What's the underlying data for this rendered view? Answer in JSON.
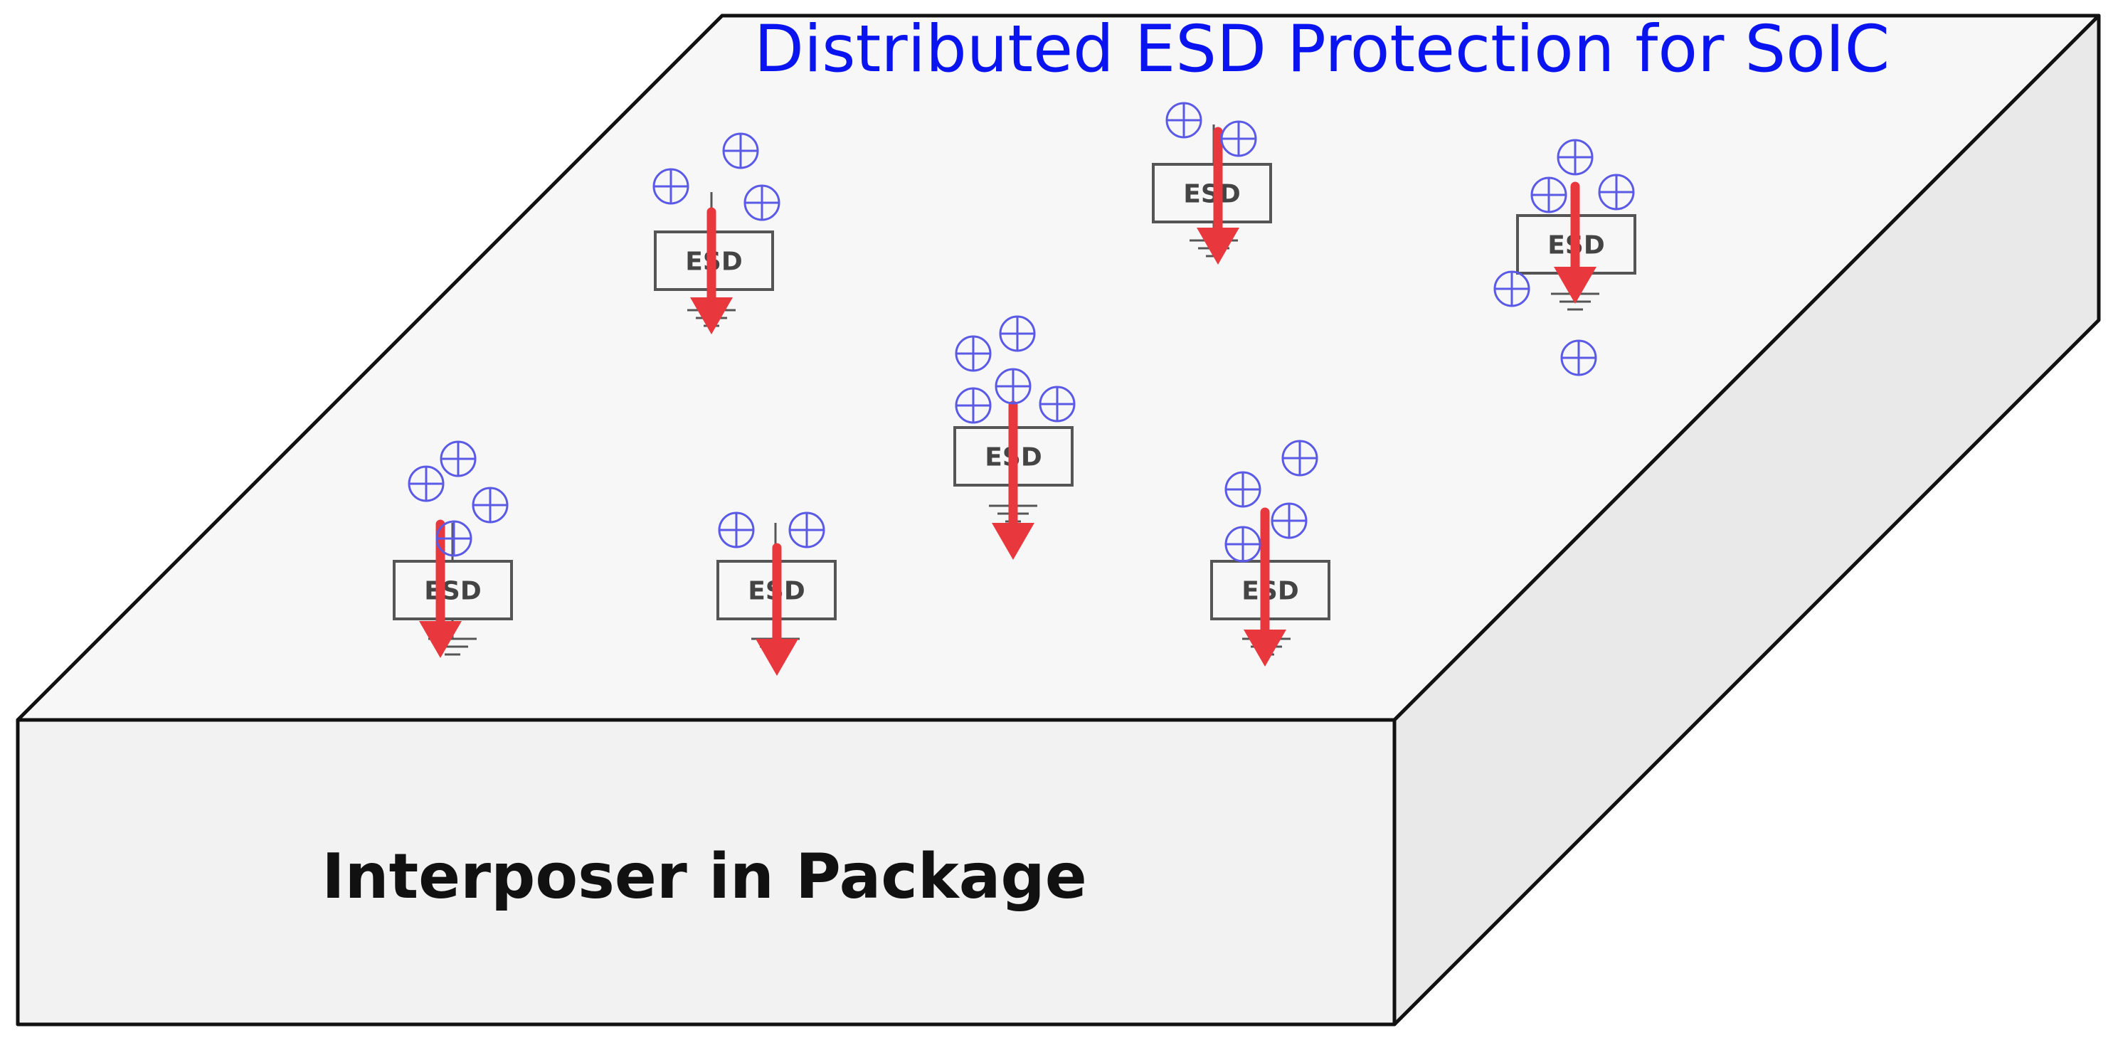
{
  "title": "Distributed ESD Protection for SoIC",
  "base_label": "Interposer in Package",
  "esd_label": "ESD",
  "colors": {
    "title": "#0a14f0",
    "charge": "#5a5ae6",
    "arrow": "#e8383e",
    "top_face": "#f7f7f7",
    "front_face": "#f2f2f2",
    "side_face": "#e9e9e9",
    "outline": "#111111"
  },
  "icons": {
    "charge": "positive-charge-icon",
    "ground": "ground-icon",
    "arrow": "discharge-arrow-icon"
  }
}
